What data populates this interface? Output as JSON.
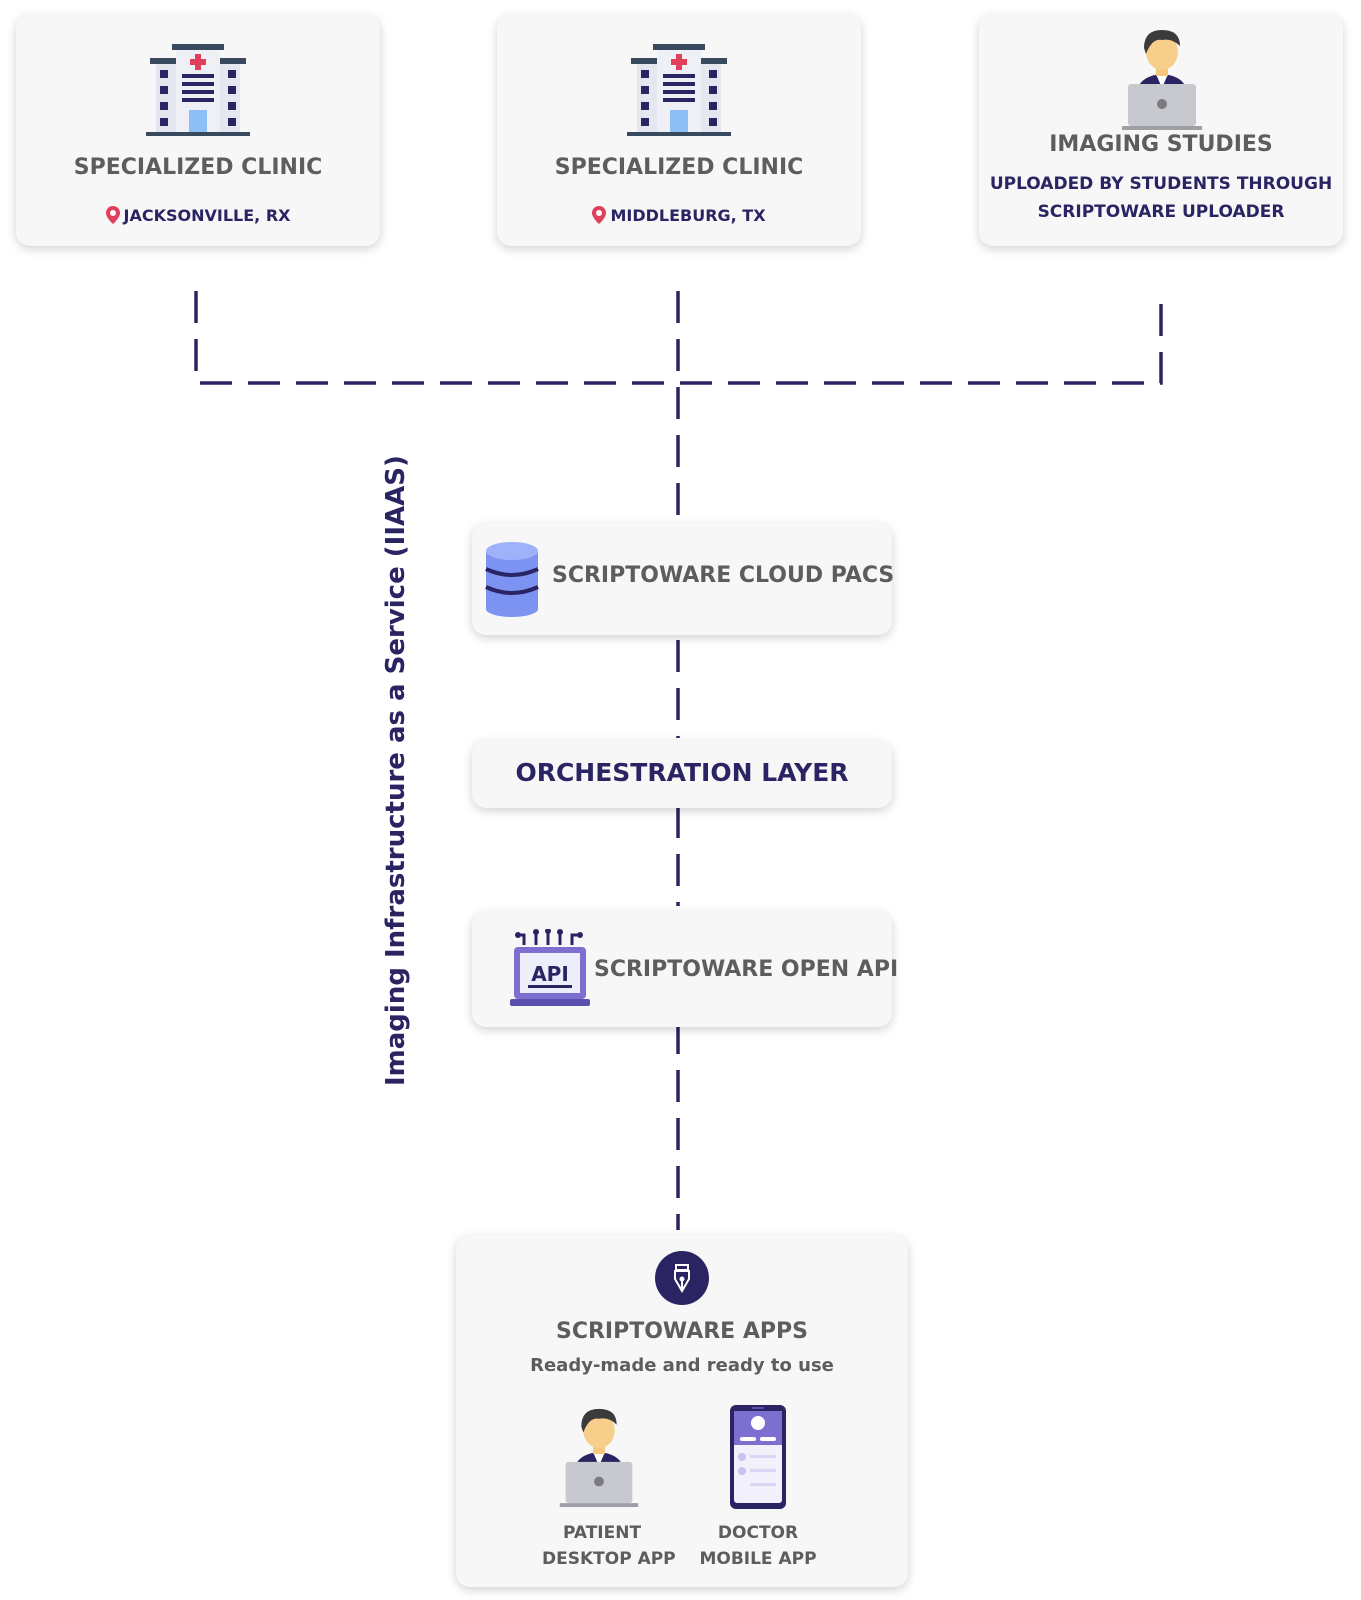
{
  "colors": {
    "navy": "#2a2463",
    "gray_text": "#5d5d5f",
    "card_bg": "#f7f7f8",
    "pin_red": "#e0405b",
    "accent_blue": "#8aa3f7",
    "accent_purple": "#7d6fd0"
  },
  "clinics": [
    {
      "title": "SPECIALIZED CLINIC",
      "location": "JACKSONVILLE, RX",
      "icon": "hospital-icon"
    },
    {
      "title": "SPECIALIZED CLINIC",
      "location": "MIDDLEBURG, TX",
      "icon": "hospital-icon"
    }
  ],
  "imaging_studies": {
    "title": "IMAGING STUDIES",
    "subtitle_line1": "UPLOADED BY STUDENTS THROUGH",
    "subtitle_line2": "SCRIPTOWARE UPLOADER",
    "icon": "person-laptop-icon"
  },
  "side_label": "Imaging Infrastructure as a Service (IIAAS)",
  "cloud_pacs": {
    "label": "SCRIPTOWARE CLOUD PACS",
    "icon": "database-icon"
  },
  "orchestration": {
    "label": "ORCHESTRATION LAYER"
  },
  "open_api": {
    "label": "SCRIPTOWARE OPEN API",
    "icon": "api-laptop-icon"
  },
  "apps": {
    "icon": "pen-nib-icon",
    "title": "SCRIPTOWARE APPS",
    "subtitle": "Ready-made and ready to use",
    "items": [
      {
        "line1": "PATIENT",
        "line2": "DESKTOP APP",
        "icon": "person-laptop-icon"
      },
      {
        "line1": "DOCTOR",
        "line2": "MOBILE APP",
        "icon": "mobile-phone-icon"
      }
    ]
  }
}
